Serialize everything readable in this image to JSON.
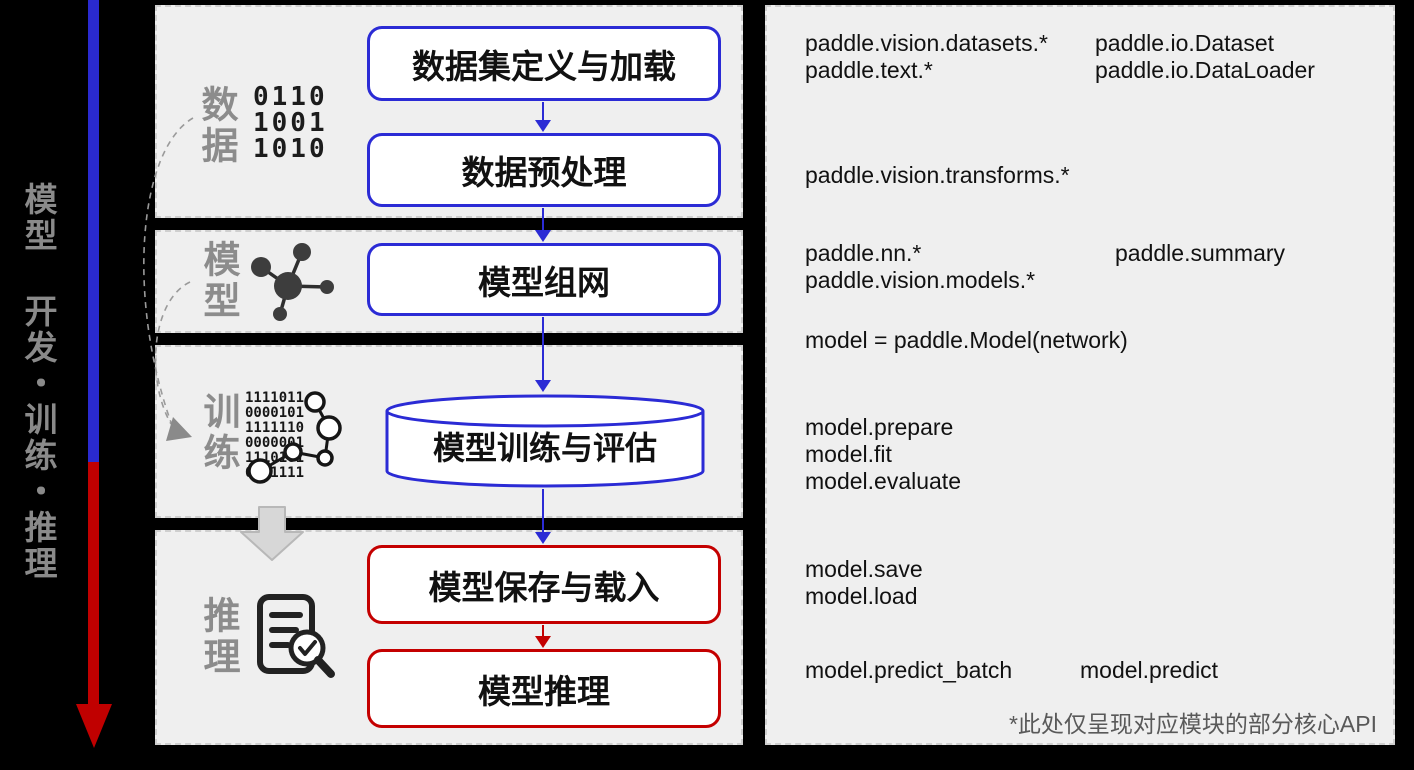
{
  "rail": {
    "title": "模型 开发・训练・推理"
  },
  "stages": {
    "data": {
      "label": "数据",
      "binary": "0110\n1001\n1010",
      "icon": "binary-data-icon"
    },
    "model": {
      "label": "模型",
      "icon": "network-molecule-icon"
    },
    "train": {
      "label": "训练",
      "icon": "binary-network-icon"
    },
    "infer": {
      "label": "推理",
      "icon": "document-search-icon"
    }
  },
  "nodes": {
    "dataset": "数据集定义与加载",
    "preprocess": "数据预处理",
    "network": "模型组网",
    "train": "模型训练与评估",
    "save": "模型保存与载入",
    "infer": "模型推理"
  },
  "api": {
    "rows": [
      {
        "col1": "paddle.vision.datasets.*",
        "col2": "paddle.io.Dataset"
      },
      {
        "col1": "paddle.text.*",
        "col2": "paddle.io.DataLoader"
      },
      {
        "col1": "paddle.vision.transforms.*"
      },
      {
        "col1": "paddle.nn.*",
        "col2": "paddle.summary"
      },
      {
        "col1": "paddle.vision.models.*"
      },
      {
        "col1": "model = paddle.Model(network)"
      },
      {
        "col1": "model.prepare"
      },
      {
        "col1": "model.fit"
      },
      {
        "col1": "model.evaluate"
      },
      {
        "col1": "model.save"
      },
      {
        "col1": "model.load"
      },
      {
        "col1": "model.predict_batch",
        "col2": "model.predict"
      }
    ],
    "footnote": "*此处仅呈现对应模块的部分核心API"
  },
  "colors": {
    "blue": "#2b2bd5",
    "red": "#c40000",
    "label_gray": "#8c8c8c",
    "panel_bg": "#efefef"
  }
}
